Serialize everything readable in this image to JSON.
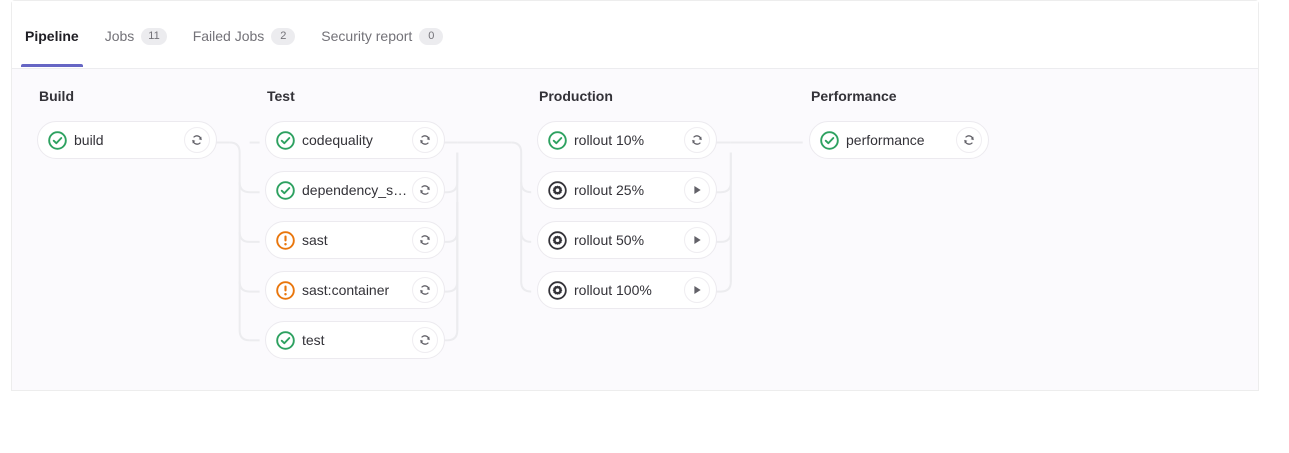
{
  "tabs": [
    {
      "label": "Pipeline",
      "badge": null,
      "active": true
    },
    {
      "label": "Jobs",
      "badge": "11",
      "active": false
    },
    {
      "label": "Failed Jobs",
      "badge": "2",
      "active": false
    },
    {
      "label": "Security report",
      "badge": "0",
      "active": false
    }
  ],
  "colors": {
    "success": "#2da160",
    "warning": "#e9760c",
    "manual": "#333238",
    "accent": "#6666c4",
    "area_background": "#fbfafd",
    "card_background": "#ffffff"
  },
  "stages": [
    {
      "name": "Build",
      "jobs": [
        {
          "name": "build",
          "status": "success",
          "action": "retry"
        }
      ]
    },
    {
      "name": "Test",
      "jobs": [
        {
          "name": "codequality",
          "status": "success",
          "action": "retry"
        },
        {
          "name": "dependency_s…",
          "status": "success",
          "action": "retry"
        },
        {
          "name": "sast",
          "status": "warning",
          "action": "retry"
        },
        {
          "name": "sast:container",
          "status": "warning",
          "action": "retry"
        },
        {
          "name": "test",
          "status": "success",
          "action": "retry"
        }
      ]
    },
    {
      "name": "Production",
      "jobs": [
        {
          "name": "rollout 10%",
          "status": "success",
          "action": "retry"
        },
        {
          "name": "rollout 25%",
          "status": "manual",
          "action": "play"
        },
        {
          "name": "rollout 50%",
          "status": "manual",
          "action": "play"
        },
        {
          "name": "rollout 100%",
          "status": "manual",
          "action": "play"
        }
      ]
    },
    {
      "name": "Performance",
      "jobs": [
        {
          "name": "performance",
          "status": "success",
          "action": "retry"
        }
      ]
    }
  ],
  "icons": {
    "status_success": "status-success-icon",
    "status_warning": "status-warning-icon",
    "status_manual": "status-manual-icon",
    "action_retry": "retry-icon",
    "action_play": "play-icon"
  }
}
